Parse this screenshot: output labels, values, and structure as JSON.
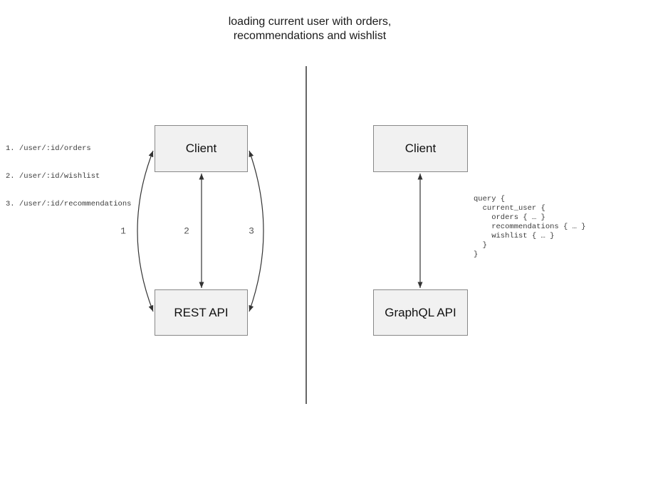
{
  "title": {
    "line1": "loading current user with orders,",
    "line2": "recommendations and wishlist"
  },
  "rest_side": {
    "endpoints": [
      "1. /user/:id/orders",
      "2. /user/:id/wishlist",
      "3. /user/:id/recommendations"
    ],
    "client_label": "Client",
    "api_label": "REST API",
    "arrow_labels": [
      "1",
      "2",
      "3"
    ]
  },
  "graphql_side": {
    "client_label": "Client",
    "api_label": "GraphQL API",
    "query_code": "query {\n  current_user {\n    orders { … }\n    recommendations { … }\n    wishlist { … }\n  }\n}"
  },
  "colors": {
    "box_fill": "#f1f1f1",
    "box_border": "#888888",
    "arrow": "#333333",
    "label_muted": "#555555",
    "divider": "#666666"
  }
}
